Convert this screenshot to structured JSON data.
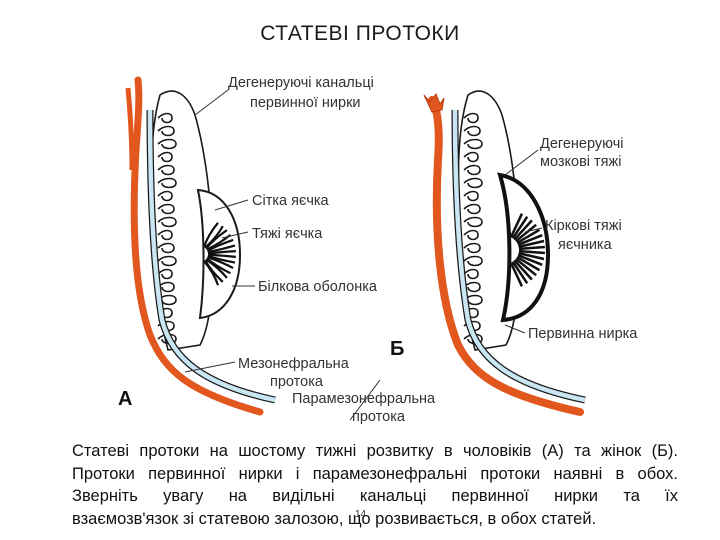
{
  "title": "СТАТЕВІ ПРОТОКИ",
  "diagram": {
    "panel_a": {
      "letter": "А",
      "labels": {
        "degenerating_tubules_line1": "Дегенеруючі канальці",
        "degenerating_tubules_line2": "первинної нирки",
        "rete_testis": "Сітка яєчка",
        "testis_cords": "Тяжі яєчка",
        "tunica_albuginea": "Білкова оболонка",
        "mesonephric_duct_line1": "Мезонефральна",
        "mesonephric_duct_line2": "протока"
      }
    },
    "panel_b": {
      "letter": "Б",
      "labels": {
        "degenerating_cords_line1": "Дегенеруючі",
        "degenerating_cords_line2": "мозкові тяжі",
        "cortical_cords_line1": "Кіркові тяжі",
        "cortical_cords_line2": "яєчника",
        "primary_kidney": "Первинна нирка",
        "paramesonephric_duct_line1": "Парамезонефральна",
        "paramesonephric_duct_line2": "протока"
      }
    },
    "colors": {
      "paramesonephric_duct": "#e2571e",
      "mesonephric_duct": "#c9e6f3",
      "outline": "#1a1a1a",
      "gonad_stripes": "#111111"
    }
  },
  "caption": {
    "line1": "Статеві протоки на шостому тижні розвитку в чоловіків (А) та жінок (Б).",
    "line2": "Протоки первинної нирки і парамезонефральні протоки наявні в обох.",
    "line3": "Зверніть увагу на видільні канальці первинної нирки та їх",
    "line4": "взаємозв'язок зі статевою залозою, що розвивається, в обох статей."
  },
  "page_number": "14"
}
